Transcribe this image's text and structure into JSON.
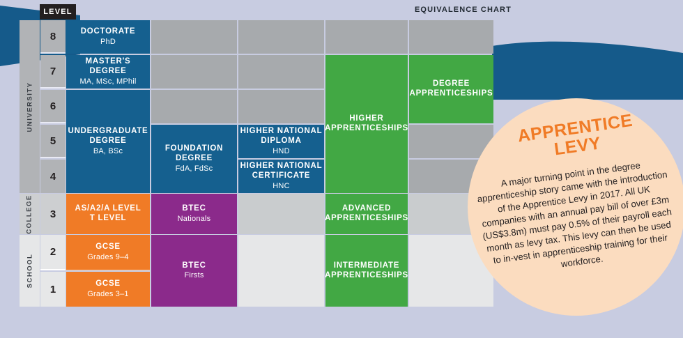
{
  "header": {
    "chart_title": "EQUIVALENCE CHART",
    "level_badge": "LEVEL"
  },
  "colors": {
    "page_background": "#c8cce1",
    "wave_blue": "#155a8a",
    "degree_blue": "#15608f",
    "apprenticeship_green": "#42a844",
    "school_orange": "#f07b26",
    "btec_purple": "#8b2a8b",
    "callout_peach": "#fbdcbf",
    "callout_orange": "#f07b26",
    "grey_dark": "#a7aaad",
    "grey_mid": "#c9ccce",
    "grey_light": "#e6e7e8",
    "badge_black": "#231f20"
  },
  "stages": [
    {
      "label": "UNIVERSITY",
      "levels": [
        "8",
        "7",
        "6",
        "5",
        "4"
      ]
    },
    {
      "label": "COLLEGE",
      "levels": [
        "3"
      ]
    },
    {
      "label": "SCHOOL",
      "levels": [
        "2",
        "1"
      ]
    }
  ],
  "levels": [
    "8",
    "7",
    "6",
    "5",
    "4",
    "3",
    "2",
    "1"
  ],
  "qualifications": {
    "doctorate": {
      "title": "DOCTORATE",
      "subtitle": "PhD"
    },
    "masters": {
      "title": "MASTER'S DEGREE",
      "subtitle": "MA, MSc, MPhil"
    },
    "undergraduate": {
      "title": "UNDERGRADUATE DEGREE",
      "title_line1": "UNDERGRADUATE",
      "title_line2": "DEGREE",
      "subtitle": "BA, BSc"
    },
    "foundation": {
      "title_line1": "FOUNDATION",
      "title_line2": "DEGREE",
      "subtitle": "FdA, FdSc"
    },
    "hnd": {
      "title_line1": "HIGHER NATIONAL",
      "title_line2": "DIPLOMA",
      "subtitle": "HND"
    },
    "hnc": {
      "title_line1": "HIGHER NATIONAL",
      "title_line2": "CERTIFICATE",
      "subtitle": "HNC"
    },
    "alevel": {
      "title_line1": "AS/A2/A LEVEL",
      "title_line2": "T LEVEL"
    },
    "gcse_high": {
      "title": "GCSE",
      "subtitle": "Grades 9–4"
    },
    "gcse_low": {
      "title": "GCSE",
      "subtitle": "Grades 3–1"
    },
    "btec_nationals": {
      "title": "BTEC",
      "subtitle": "Nationals"
    },
    "btec_firsts": {
      "title": "BTEC",
      "subtitle": "Firsts"
    }
  },
  "apprenticeships": {
    "degree": {
      "line1": "DEGREE",
      "line2": "APPRENTICESHIPS"
    },
    "higher": {
      "line1": "HIGHER",
      "line2": "APPRENTICESHIPS"
    },
    "advanced": {
      "line1": "ADVANCED",
      "line2": "APPRENTICESHIPS"
    },
    "intermediate": {
      "line1": "INTERMEDIATE",
      "line2": "APPRENTICESHIPS"
    }
  },
  "callout": {
    "title_line1": "APPRENTICE",
    "title_line2": "LEVY",
    "body": "A major turning point in the degree apprenticeship story came with the introduction of the Apprentice Levy in 2017. All UK companies with an annual pay bill of over £3m (US$3.8m) must pay 0.5% of their payroll each month as levy tax. This levy can then be used to in-vest in apprenticeship training for their workforce."
  }
}
